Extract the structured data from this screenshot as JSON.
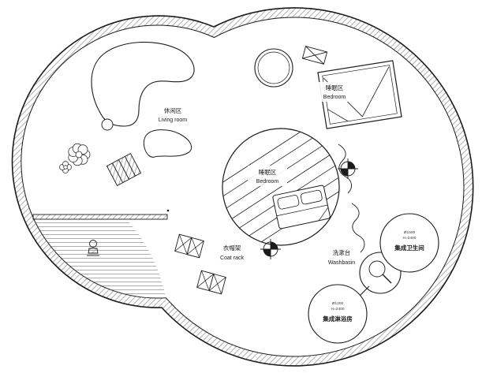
{
  "labels": {
    "living": {
      "zh": "休闲区",
      "en": "Living room"
    },
    "bedroom_upper": {
      "zh": "睡眠区",
      "en": "Bedroom"
    },
    "bedroom_center": {
      "zh": "睡眠区",
      "en": "Bedroom"
    },
    "coat_rack": {
      "zh": "衣帽架",
      "en": "Coat rack"
    },
    "washbasin": {
      "zh": "洗漱台",
      "en": "Washbasin"
    }
  },
  "pods": {
    "bathroom": {
      "spec1": "Ø1500",
      "spec2": "H=2400",
      "name": "集成卫生间"
    },
    "shower": {
      "spec1": "Ø1200",
      "spec2": "H=2400",
      "name": "集成淋浴房"
    }
  },
  "colors": {
    "line": "#1b1b1b",
    "hatch": "#9a9a9a",
    "background": "#ffffff"
  }
}
